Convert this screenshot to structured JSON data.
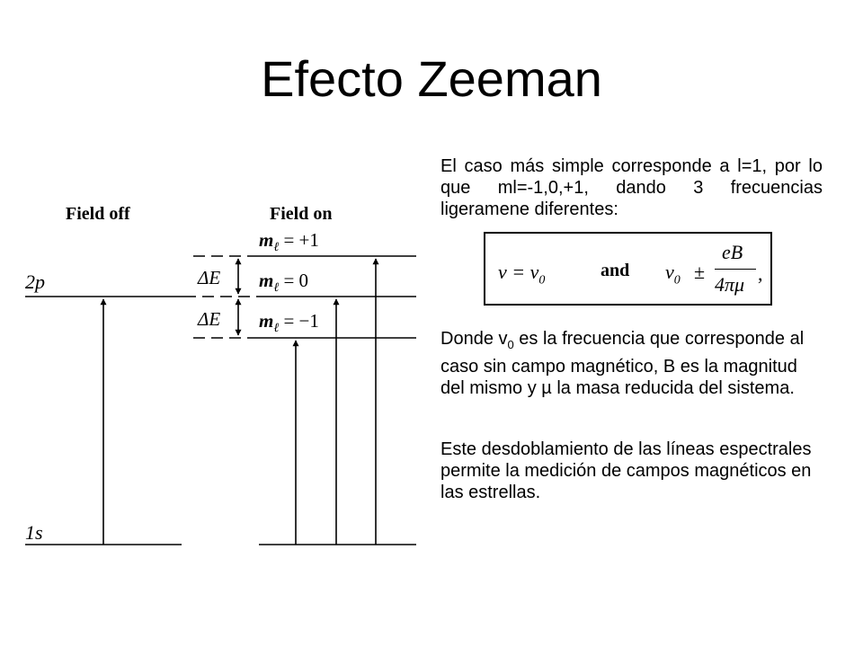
{
  "title": "Efecto Zeeman",
  "diagram": {
    "field_off_label": "Field off",
    "field_on_label": "Field on",
    "level_2p_label": "2p",
    "level_1s_label": "1s",
    "ml_label_top": "m",
    "ml_sub": "ℓ",
    "ml_plus1_value": " = +1",
    "ml_zero_value": " = 0",
    "ml_minus1_value": " = −1",
    "delta_e_upper": "ΔE",
    "delta_e_lower": "ΔE"
  },
  "text": {
    "para1": "El caso más simple corresponde a l=1, por lo que ml=-1,0,+1, dando 3 frecuencias ligeramene diferentes:",
    "para2_a": "Donde v",
    "para2_sub": "0",
    "para2_b": " es la frecuencia que corresponde al caso sin campo magnético, B es la magnitud del mismo y µ la masa reducida del sistema.",
    "para3": "Este desdoblamiento de las líneas espectrales permite la medición de campos magnéticos en las estrellas."
  },
  "formula": {
    "left": "ν = ν",
    "left_sub": "0",
    "and": "and",
    "right": "ν",
    "right_sub": "0",
    "plusminus": "±",
    "numerator": "eB",
    "denominator": "4πμ",
    "comma": ","
  }
}
